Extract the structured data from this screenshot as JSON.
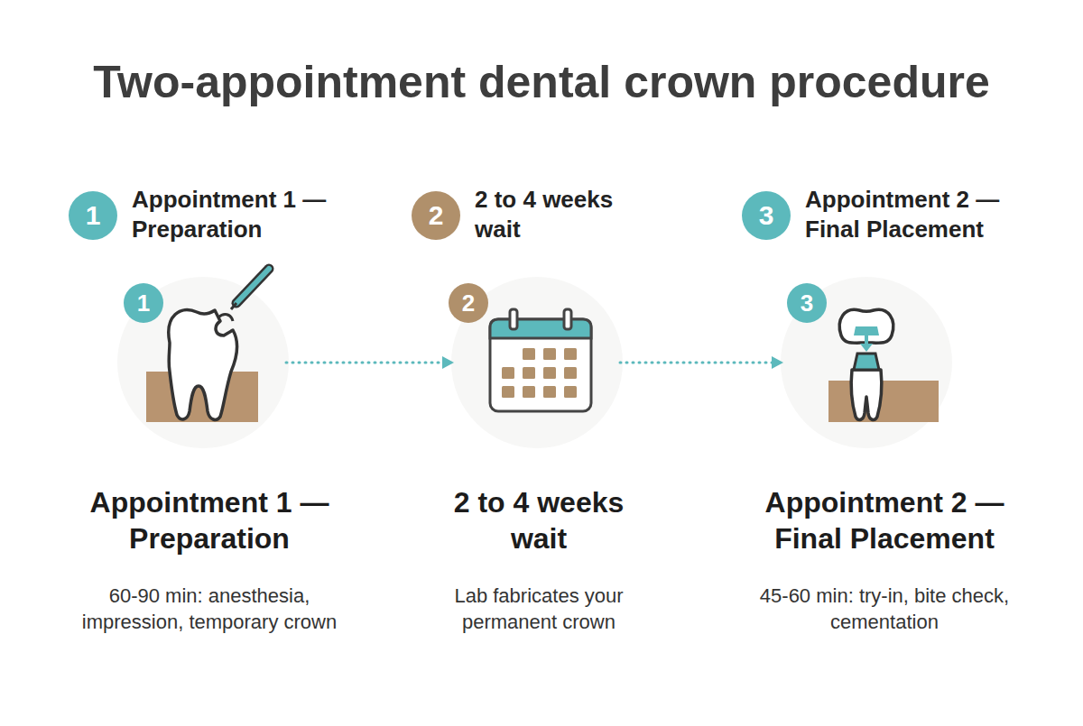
{
  "diagram": {
    "title": "Two-appointment dental crown procedure",
    "nodes": [
      {
        "text": [
          "1",
          "Appointment 1 — Preparation"
        ]
      },
      {
        "text": [
          "2",
          "2 to 4 weeks wait"
        ]
      },
      {
        "text": [
          "3",
          "Appointment 2 — Final Placement"
        ]
      },
      {
        "text": [
          "Appointment 1 — Preparation",
          "60-90 min: anesthesia, impression, temporary crown"
        ]
      },
      {
        "text": [
          "1"
        ],
        "in": 3
      },
      {
        "text": [
          "2 to 4 weeks wait",
          "Lab fabricates your permanent crown"
        ]
      },
      {
        "text": [
          "2"
        ],
        "in": 5
      },
      {
        "text": [
          "Appointment 2 — Final Placement",
          "45-60 min: try-in, bite check, cementation"
        ]
      },
      {
        "text": [
          "3"
        ],
        "in": 7
      }
    ],
    "edges": [
      {
        "from": 3,
        "to": 5,
        "arrow": "to"
      },
      {
        "from": 5,
        "to": 7,
        "arrow": "to"
      }
    ]
  }
}
